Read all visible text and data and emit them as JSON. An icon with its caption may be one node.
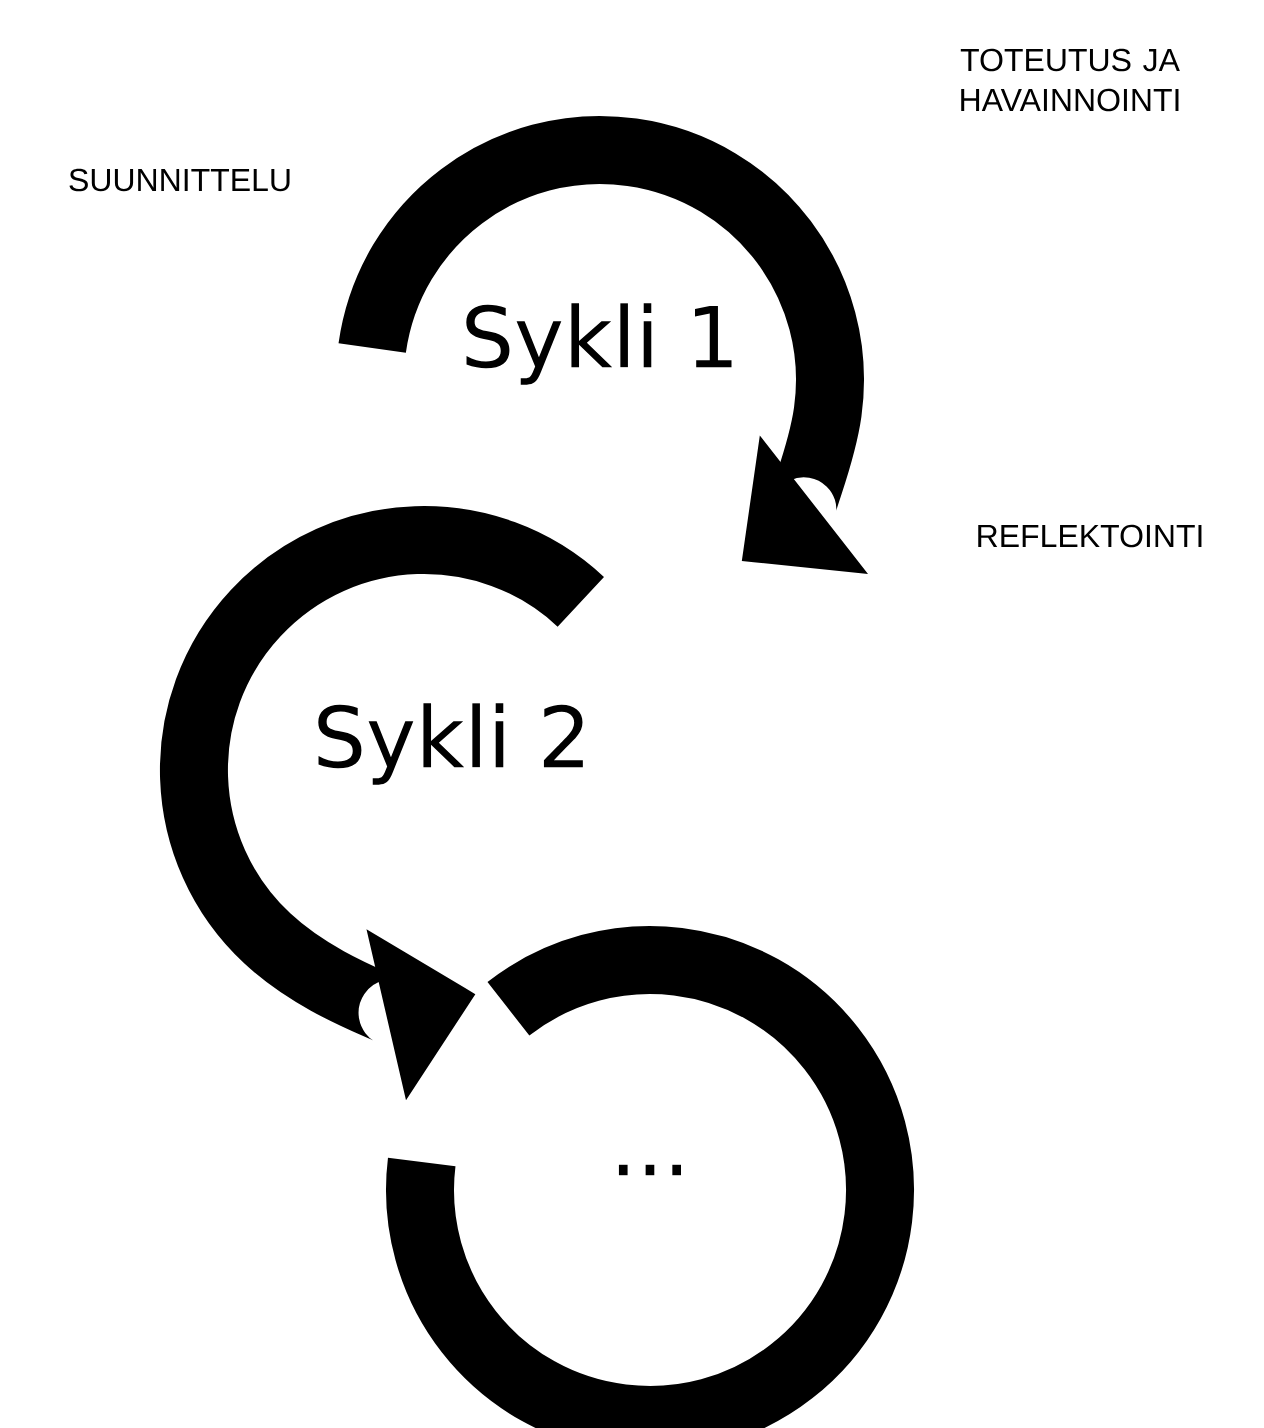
{
  "diagram": {
    "nodes": [
      {
        "text": [
          "Sykli 1"
        ]
      },
      {
        "text": [
          "Sykli 2"
        ]
      },
      {
        "text": [
          "..."
        ]
      }
    ],
    "labels": [
      "SUUNNITTELU",
      "TOTEUTUS JA HAVAINNOINTI",
      "REFLEKTOINTI"
    ]
  }
}
